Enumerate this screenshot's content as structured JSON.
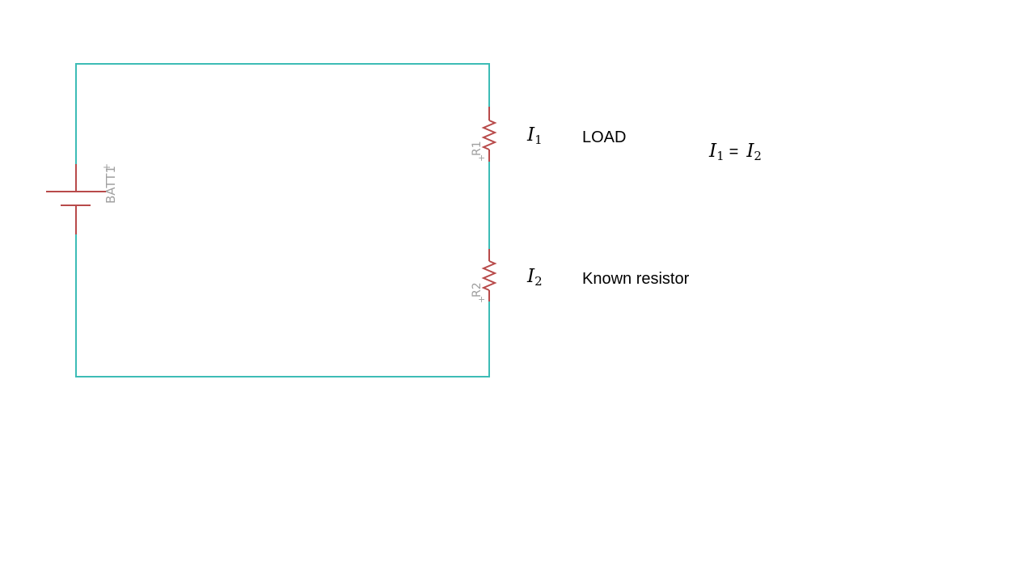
{
  "colors": {
    "wire": "#3dbcb6",
    "component": "#b84a4a",
    "designator": "#a0a0a0",
    "text": "#000000"
  },
  "components": {
    "battery": {
      "designator": "BATT1",
      "plus": "+"
    },
    "r1": {
      "designator": "R1",
      "plus": "+"
    },
    "r2": {
      "designator": "R2",
      "plus": "+"
    }
  },
  "labels": {
    "i1": {
      "symbol": "I",
      "sub": "1"
    },
    "i2": {
      "symbol": "I",
      "sub": "2"
    },
    "load": "LOAD",
    "known": "Known resistor"
  },
  "equation": {
    "lhs_symbol": "I",
    "lhs_sub": "1",
    "op": "=",
    "rhs_symbol": "I",
    "rhs_sub": "2"
  }
}
